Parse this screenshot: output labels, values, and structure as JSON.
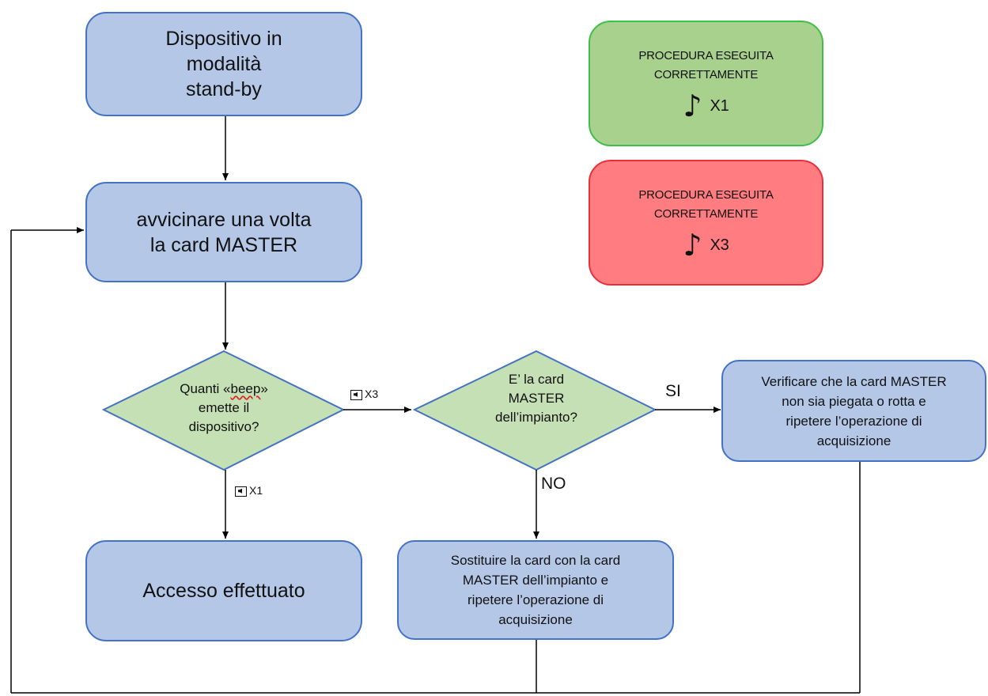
{
  "nodes": {
    "standby": {
      "lines": [
        "Dispositivo in",
        "modalità",
        "stand-by"
      ]
    },
    "approach": {
      "lines": [
        "avvicinare una volta",
        "la card MASTER"
      ]
    },
    "beep_question": {
      "prefix": "Quanti «",
      "beep": "beep",
      "suffix": "»",
      "lines": [
        "emette il",
        "dispositivo?"
      ]
    },
    "master_question": {
      "lines": [
        "E’ la card",
        "MASTER",
        "dell’impianto?"
      ]
    },
    "verify": {
      "lines": [
        "Verificare che la card MASTER",
        "non sia piegata o rotta e",
        "ripetere l’operazione di",
        "acquisizione"
      ]
    },
    "replace": {
      "lines": [
        "Sostituire la card con la card",
        "MASTER dell’impianto e",
        "ripetere l’operazione di",
        "acquisizione"
      ]
    },
    "access": {
      "lines": [
        "Accesso effettuato"
      ]
    }
  },
  "edge_labels": {
    "x3": "X3",
    "x1": "X1",
    "si": "SI",
    "no": "NO"
  },
  "legend": {
    "success": {
      "lines": [
        "PROCEDURA ESEGUITA",
        "CORRETTAMENTE"
      ],
      "glyph": "♪",
      "count": "X1",
      "color": "#a9d18e"
    },
    "failure": {
      "lines": [
        "PROCEDURA ESEGUITA",
        "CORRETTAMENTE"
      ],
      "glyph": "♪",
      "count": "X3",
      "color": "#ff7c80"
    }
  },
  "icons": [
    "speaker-icon",
    "music-note-icon",
    "arrow-icon"
  ]
}
